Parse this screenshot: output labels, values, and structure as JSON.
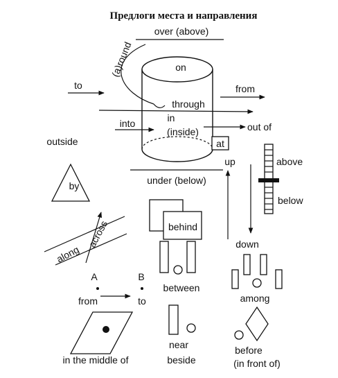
{
  "title": "Предлоги места и направления",
  "labels": {
    "over": "over (above)",
    "around": "(a)round",
    "on": "on",
    "to_left": "to",
    "through": "through",
    "from_right": "from",
    "into": "into",
    "in": "in",
    "inside": "(inside)",
    "out_of": "out of",
    "at": "at",
    "outside": "outside",
    "up": "up",
    "above": "above",
    "below": "below",
    "by": "by",
    "under": "under (below)",
    "behind": "behind",
    "along": "along",
    "across": "across",
    "down": "down",
    "point_a": "A",
    "point_b": "B",
    "from_bottom": "from",
    "to_bottom": "to",
    "between": "between",
    "among": "among",
    "middle": "in the middle of",
    "near": "near",
    "beside": "beside",
    "before": "before",
    "in_front_of": "(in front of)"
  }
}
